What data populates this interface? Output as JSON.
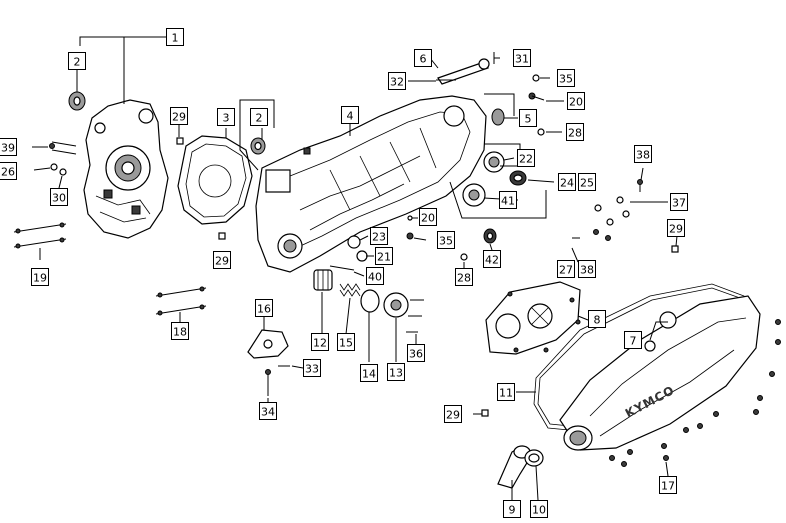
{
  "diagram": {
    "brand_mark": "KYMCO",
    "callouts": [
      {
        "id": "c1",
        "label": "1"
      },
      {
        "id": "c2a",
        "label": "2"
      },
      {
        "id": "c2b",
        "label": "2"
      },
      {
        "id": "c3",
        "label": "3"
      },
      {
        "id": "c4",
        "label": "4"
      },
      {
        "id": "c5",
        "label": "5"
      },
      {
        "id": "c6",
        "label": "6"
      },
      {
        "id": "c7",
        "label": "7"
      },
      {
        "id": "c8",
        "label": "8"
      },
      {
        "id": "c9",
        "label": "9"
      },
      {
        "id": "c10",
        "label": "10"
      },
      {
        "id": "c11",
        "label": "11"
      },
      {
        "id": "c12",
        "label": "12"
      },
      {
        "id": "c13",
        "label": "13"
      },
      {
        "id": "c14",
        "label": "14"
      },
      {
        "id": "c15",
        "label": "15"
      },
      {
        "id": "c16",
        "label": "16"
      },
      {
        "id": "c17",
        "label": "17"
      },
      {
        "id": "c18",
        "label": "18"
      },
      {
        "id": "c19",
        "label": "19"
      },
      {
        "id": "c20a",
        "label": "20"
      },
      {
        "id": "c20b",
        "label": "20"
      },
      {
        "id": "c21",
        "label": "21"
      },
      {
        "id": "c22",
        "label": "22"
      },
      {
        "id": "c23",
        "label": "23"
      },
      {
        "id": "c24",
        "label": "24"
      },
      {
        "id": "c25",
        "label": "25"
      },
      {
        "id": "c26",
        "label": "26"
      },
      {
        "id": "c27",
        "label": "27"
      },
      {
        "id": "c28a",
        "label": "28"
      },
      {
        "id": "c28b",
        "label": "28"
      },
      {
        "id": "c29a",
        "label": "29"
      },
      {
        "id": "c29b",
        "label": "29"
      },
      {
        "id": "c29c",
        "label": "29"
      },
      {
        "id": "c29d",
        "label": "29"
      },
      {
        "id": "c30",
        "label": "30"
      },
      {
        "id": "c31",
        "label": "31"
      },
      {
        "id": "c32",
        "label": "32"
      },
      {
        "id": "c33",
        "label": "33"
      },
      {
        "id": "c34",
        "label": "34"
      },
      {
        "id": "c35a",
        "label": "35"
      },
      {
        "id": "c35b",
        "label": "35"
      },
      {
        "id": "c36",
        "label": "36"
      },
      {
        "id": "c37",
        "label": "37"
      },
      {
        "id": "c38a",
        "label": "38"
      },
      {
        "id": "c38b",
        "label": "38"
      },
      {
        "id": "c39",
        "label": "39"
      },
      {
        "id": "c40",
        "label": "40"
      },
      {
        "id": "c41",
        "label": "41"
      },
      {
        "id": "c42",
        "label": "42"
      }
    ]
  }
}
